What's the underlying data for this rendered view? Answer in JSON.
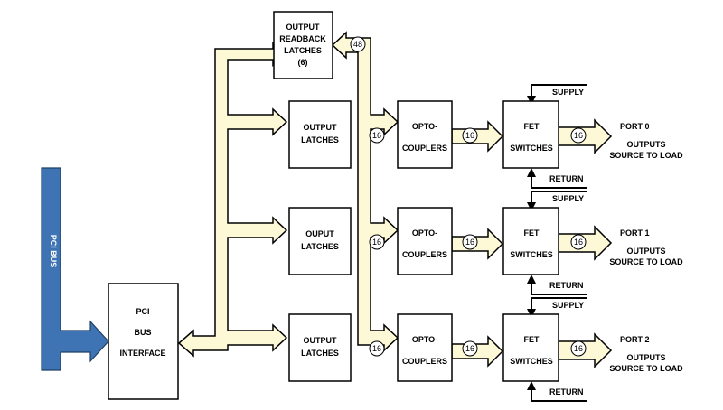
{
  "pci_bus": {
    "label": "PCI BUS"
  },
  "pci_interface": {
    "line1": "PCI",
    "line2": "BUS",
    "line3": "INTERFACE"
  },
  "readback": {
    "line1": "OUTPUT",
    "line2": "READBACK",
    "line3": "LATCHES",
    "line4": "(6)",
    "width": "48"
  },
  "ports": [
    {
      "latch_line1": "OUTPUT",
      "latch_line2": "LATCHES",
      "opto_line1": "OPTO-",
      "opto_line2": "COUPLERS",
      "fet_line1": "FET",
      "fet_line2": "SWITCHES",
      "supply": "SUPPLY",
      "return": "RETURN",
      "port_label": "PORT 0",
      "outputs_line1": "OUTPUTS",
      "outputs_line2": "SOURCE TO LOAD",
      "w1": "16",
      "w2": "16",
      "w3": "16"
    },
    {
      "latch_line1": "OUPUT",
      "latch_line2": "LATCHES",
      "opto_line1": "OPTO-",
      "opto_line2": "COUPLERS",
      "fet_line1": "FET",
      "fet_line2": "SWITCHES",
      "supply": "SUPPLY",
      "return": "RETURN",
      "port_label": "PORT 1",
      "outputs_line1": "OUTPUTS",
      "outputs_line2": "SOURCE TO LOAD",
      "w1": "16",
      "w2": "16",
      "w3": "16"
    },
    {
      "latch_line1": "OUTPUT",
      "latch_line2": "LATCHES",
      "opto_line1": "OPTO-",
      "opto_line2": "COUPLERS",
      "fet_line1": "FET",
      "fet_line2": "SWITCHES",
      "supply": "SUPPLY",
      "return": "RETURN",
      "port_label": "PORT 2",
      "outputs_line1": "OUTPUTS",
      "outputs_line2": "SOURCE TO LOAD",
      "w1": "16",
      "w2": "16",
      "w3": "16"
    }
  ],
  "colors": {
    "bus_fill": "#fdf8d6",
    "pci_bus_fill": "#3f74b4"
  }
}
